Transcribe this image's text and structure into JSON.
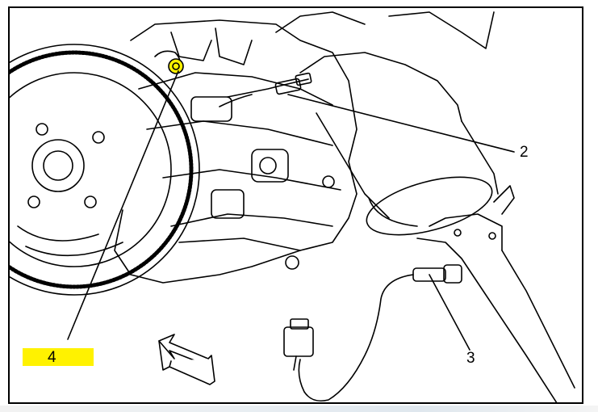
{
  "callouts": {
    "c1": "2",
    "c2": "3",
    "c3": "4"
  },
  "colors": {
    "line": "#000000",
    "highlight": "#fff200",
    "background": "#ffffff"
  },
  "icons": {
    "direction": "arrow-forward-icon"
  }
}
